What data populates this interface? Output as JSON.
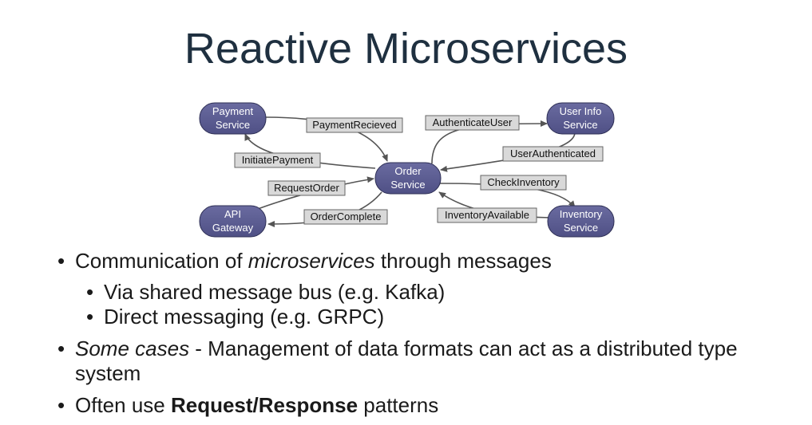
{
  "title": "Reactive Microservices",
  "diagram": {
    "nodes": {
      "payment": [
        "Payment",
        "Service"
      ],
      "userinfo": [
        "User Info",
        "Service"
      ],
      "order": [
        "Order",
        "Service"
      ],
      "api": [
        "API",
        "Gateway"
      ],
      "inventory": [
        "Inventory",
        "Service"
      ]
    },
    "messages": {
      "payment_received": "PaymentRecieved",
      "authenticate_user": "AuthenticateUser",
      "user_authenticated": "UserAuthenticated",
      "initiate_payment": "InitiatePayment",
      "request_order": "RequestOrder",
      "check_inventory": "CheckInventory",
      "order_complete": "OrderComplete",
      "inventory_available": "InventoryAvailable"
    },
    "colors": {
      "node_fill": "#5a5b8f",
      "message_fill": "#d9d9d9",
      "arrow": "#555555"
    }
  },
  "bullets": {
    "b1": {
      "pre": "Communication of ",
      "em": "microservices",
      "post": " through messages"
    },
    "b1_1": "Via shared message bus (e.g. Kafka)",
    "b1_2": "Direct messaging (e.g. GRPC)",
    "b2": {
      "em": "Some cases",
      "post": " - Management of data formats can act as a distributed type system"
    },
    "b3": {
      "pre": "Often use ",
      "strong": "Request/Response",
      "post": " patterns"
    }
  }
}
